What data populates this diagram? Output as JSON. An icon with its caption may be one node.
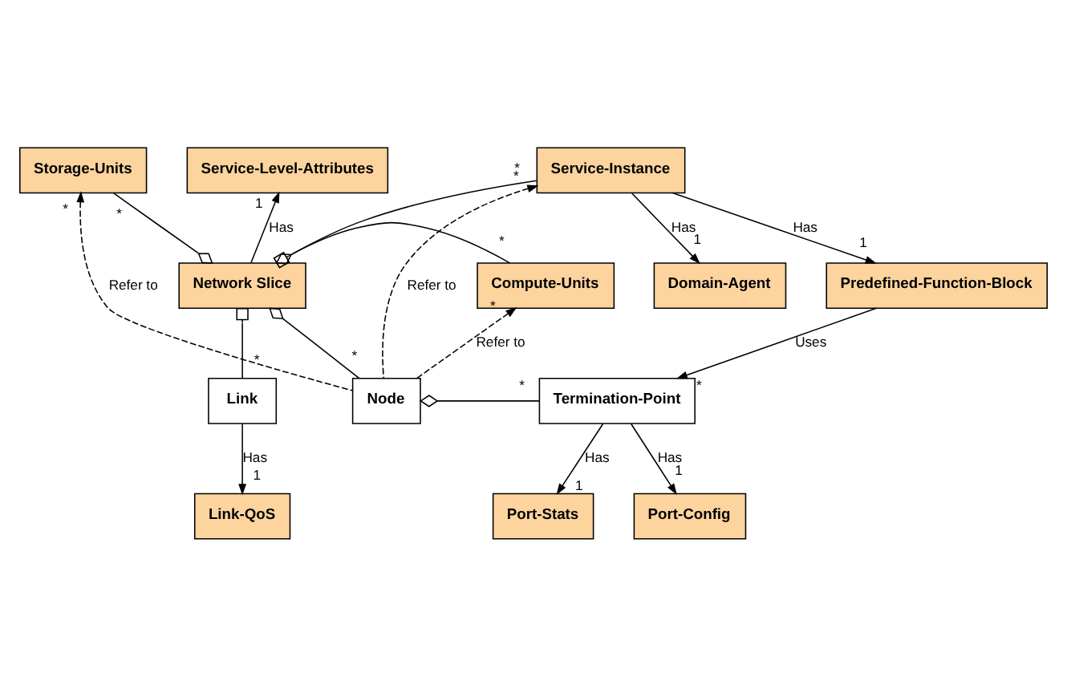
{
  "diagram": {
    "nodes": [
      {
        "text": [
          "Service-Level-Attributes"
        ]
      },
      {
        "text": [
          "Storage-Units"
        ]
      },
      {
        "text": [
          "Service-Instance"
        ]
      },
      {
        "text": [
          "Compute-Units"
        ]
      },
      {
        "text": [
          "Network Slice"
        ]
      },
      {
        "text": [
          "Domain-Agent"
        ]
      },
      {
        "text": [
          "Predefined-Function-Block"
        ]
      },
      {
        "text": [
          "Link"
        ]
      },
      {
        "text": [
          "Node"
        ]
      },
      {
        "text": [
          "Termination-Point"
        ]
      },
      {
        "text": [
          "Link-QoS"
        ]
      },
      {
        "text": [
          "Port-Config"
        ]
      },
      {
        "text": [
          "Port-Stats"
        ]
      }
    ],
    "edges": [
      {
        "from": 4,
        "to": 0,
        "arrow": "to",
        "label": "Has"
      },
      {
        "from": 4,
        "to": 1,
        "arrow": "other"
      },
      {
        "from": 4,
        "to": 3,
        "arrow": "other"
      },
      {
        "from": 4,
        "to": 2,
        "arrow": "other"
      },
      {
        "from": 4,
        "to": 7,
        "arrow": "other"
      },
      {
        "from": 4,
        "to": 8,
        "arrow": "other"
      },
      {
        "from": 8,
        "to": 3,
        "arrow": "to",
        "style": "dashed",
        "label": "Refer to"
      },
      {
        "from": 8,
        "to": 1,
        "arrow": "to",
        "style": "dashed",
        "label": "Refer to"
      },
      {
        "from": 8,
        "to": 2,
        "arrow": "to",
        "style": "dashed",
        "label": "Refer to"
      },
      {
        "from": 2,
        "to": 5,
        "arrow": "to",
        "label": "Has"
      },
      {
        "from": 2,
        "to": 6,
        "arrow": "to",
        "label": "Has"
      },
      {
        "from": 6,
        "to": 9,
        "arrow": "to",
        "label": "Uses"
      },
      {
        "from": 8,
        "to": 9,
        "arrow": "other"
      },
      {
        "from": 7,
        "to": 10,
        "arrow": "to",
        "label": "Has"
      },
      {
        "from": 9,
        "to": 11,
        "arrow": "to",
        "label": "Has"
      },
      {
        "from": 9,
        "to": 12,
        "arrow": "to",
        "label": "Has"
      }
    ],
    "labels": [
      "1",
      "*",
      "*",
      "*",
      "*",
      "*",
      "*",
      "*",
      "*",
      "1",
      "1",
      "*",
      "*",
      "1",
      "1",
      "1"
    ]
  }
}
